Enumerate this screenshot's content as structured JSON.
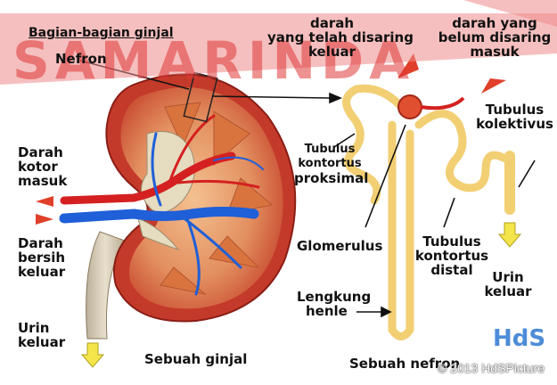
{
  "watermark": {
    "text": "SAMARINDA"
  },
  "title": "Bagian-bagian ginjal",
  "labels": {
    "nefron": "Nefron",
    "darah_keluar_1": "darah",
    "darah_keluar_2": "yang telah disaring",
    "darah_keluar_3": "keluar",
    "darah_masuk_1": "darah yang",
    "darah_masuk_2": "belum disaring",
    "darah_masuk_3": "masuk",
    "tubulus_kolektivus_1": "Tubulus",
    "tubulus_kolektivus_2": "kolektivus",
    "tubulus_proksimal_1": "Tubulus",
    "tubulus_proksimal_2": "kontortus",
    "tubulus_proksimal_3": "proksimal",
    "darah_kotor_1": "Darah",
    "darah_kotor_2": "kotor",
    "darah_kotor_3": "masuk",
    "darah_bersih_1": "Darah",
    "darah_bersih_2": "bersih",
    "darah_bersih_3": "keluar",
    "glomerulus": "Glomerulus",
    "tubulus_distal_1": "Tubulus",
    "tubulus_distal_2": "kontortus",
    "tubulus_distal_3": "distal",
    "urin_keluar_right_1": "Urin",
    "urin_keluar_right_2": "keluar",
    "lengkung_1": "Lengkung",
    "lengkung_2": "henle",
    "urin_keluar_left_1": "Urin",
    "urin_keluar_left_2": "keluar",
    "caption_ginjal": "Sebuah ginjal",
    "caption_nefron": "Sebuah nefron"
  },
  "logo": "HdS",
  "copyright": "© 2013 HdSPicture",
  "colors": {
    "kidney_red": "#c8302a",
    "kidney_orange": "#e8a070",
    "vein_blue": "#1f5fd8",
    "artery_red": "#d42020",
    "tubule_yellow": "#f2cf73",
    "arrow_red": "#e0402a",
    "arrow_yellow": "#f4e64a",
    "watermark_red": "#e84040"
  }
}
